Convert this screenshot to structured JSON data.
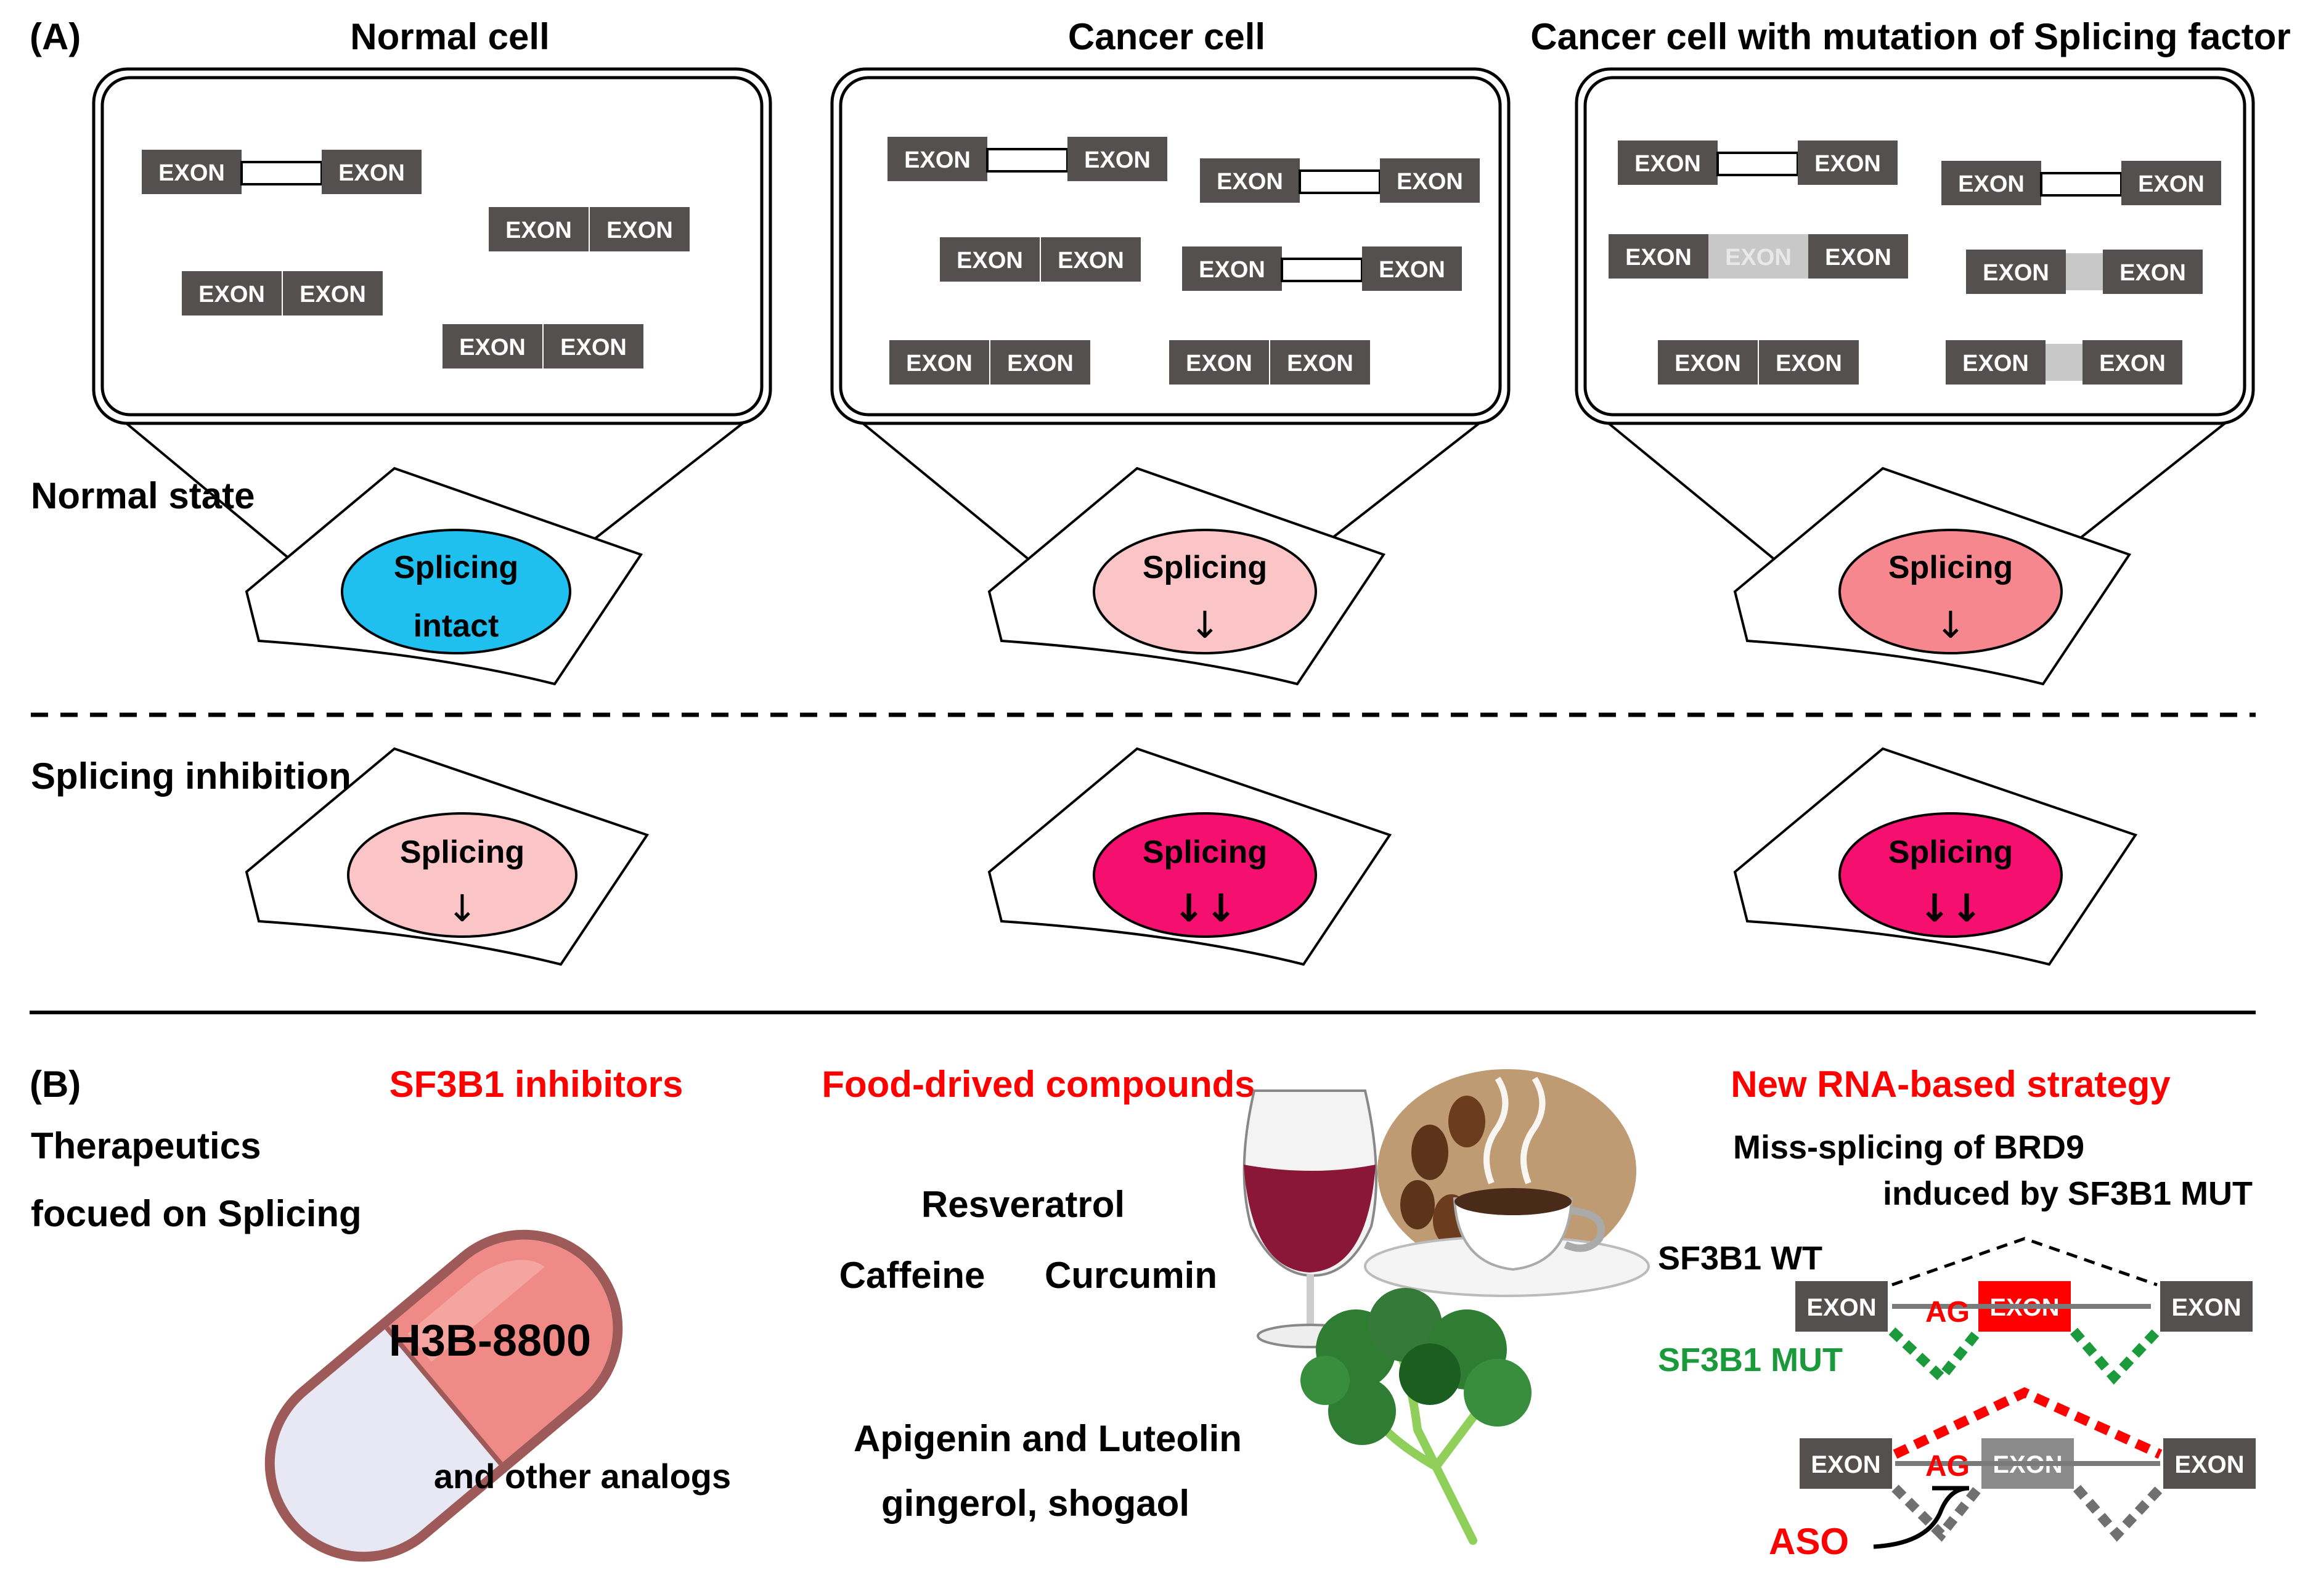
{
  "panel_a": {
    "label": "(A)",
    "col_titles": [
      "Normal cell",
      "Cancer cell",
      "Cancer cell with mutation of Splicing factor"
    ],
    "row_labels": [
      "Normal state",
      "Splicing inhibition"
    ],
    "exon_label": "EXON",
    "splicing": "Splicing",
    "intact": "intact",
    "arrow_single": "↓",
    "arrow_double": "↓↓"
  },
  "panel_b": {
    "label": "(B)",
    "therapeutics_line1": "Therapeutics",
    "therapeutics_line2": "focued on Splicing",
    "sf3b1_title": "SF3B1 inhibitors",
    "pill_label": "H3B-8800",
    "pill_sub": "and other analogs",
    "food_title": "Food-drived compounds",
    "food_items": [
      "Resveratrol",
      "Caffeine",
      "Curcumin",
      "Apigenin and Luteolin",
      "gingerol, shogaol"
    ],
    "rna_title": "New RNA-based strategy",
    "rna_line1": "Miss-splicing of BRD9",
    "rna_line2": "induced by SF3B1 MUT",
    "wt_label": "SF3B1 WT",
    "mut_label": "SF3B1 MUT",
    "ag": "AG",
    "aso": "ASO"
  },
  "colors": {
    "exon_box": "#545050",
    "skipped_exon": "#c8c8c8",
    "splicing_intact": "#1fc0ef",
    "splicing_light": "#fbc5c8",
    "splicing_mid": "#f6878f",
    "splicing_strong": "#f50f6e",
    "red_text": "#ff0000",
    "green_text": "#1a9a3a"
  }
}
